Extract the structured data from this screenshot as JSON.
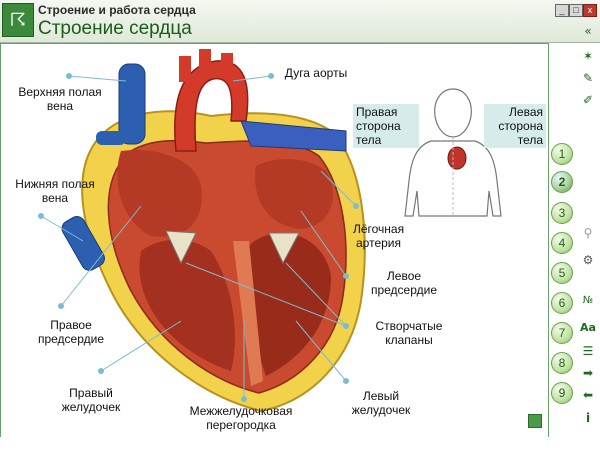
{
  "header": {
    "app_title": "Строение и работа сердца",
    "section_title": "Строение сердца",
    "logo_icon": "book-logo-icon"
  },
  "window_controls": {
    "minimize": "_",
    "maximize": "□",
    "close": "x"
  },
  "labels": {
    "sup_vena_cava": "Верхняя полая вена",
    "aortic_arch": "Дуга аорты",
    "inf_vena_cava": "Нижняя полая вена",
    "pulmonary_artery": "Лёгочная артерия",
    "left_atrium": "Левое предсердие",
    "right_atrium": "Правое предсердие",
    "valves": "Створчатые клапаны",
    "right_ventricle": "Правый желудочек",
    "septum": "Межжелудочковая перегородка",
    "left_ventricle": "Левый желудочек"
  },
  "body_sides": {
    "right_side": "Правая сторона тела",
    "left_side": "Левая сторона тела"
  },
  "steps": [
    "1",
    "2",
    "3",
    "4",
    "5",
    "6",
    "7",
    "8",
    "9"
  ],
  "active_step": "2",
  "sidebar_icons": [
    "back-arrows-icon",
    "dna-icon",
    "pencil-icon",
    "search-icon",
    "gears-icon",
    "number-icon",
    "font-icon",
    "list-icon",
    "forward-arrow-icon",
    "back-arrow-icon",
    "info-icon"
  ],
  "sidebar_glyphs": {
    "font": "Aa",
    "number": "№",
    "info": "i"
  },
  "colors": {
    "accent_green": "#3b8a3b",
    "vein_blue": "#2c5fb0",
    "artery_red": "#d43a2a",
    "fat_yellow": "#f2d24a"
  }
}
